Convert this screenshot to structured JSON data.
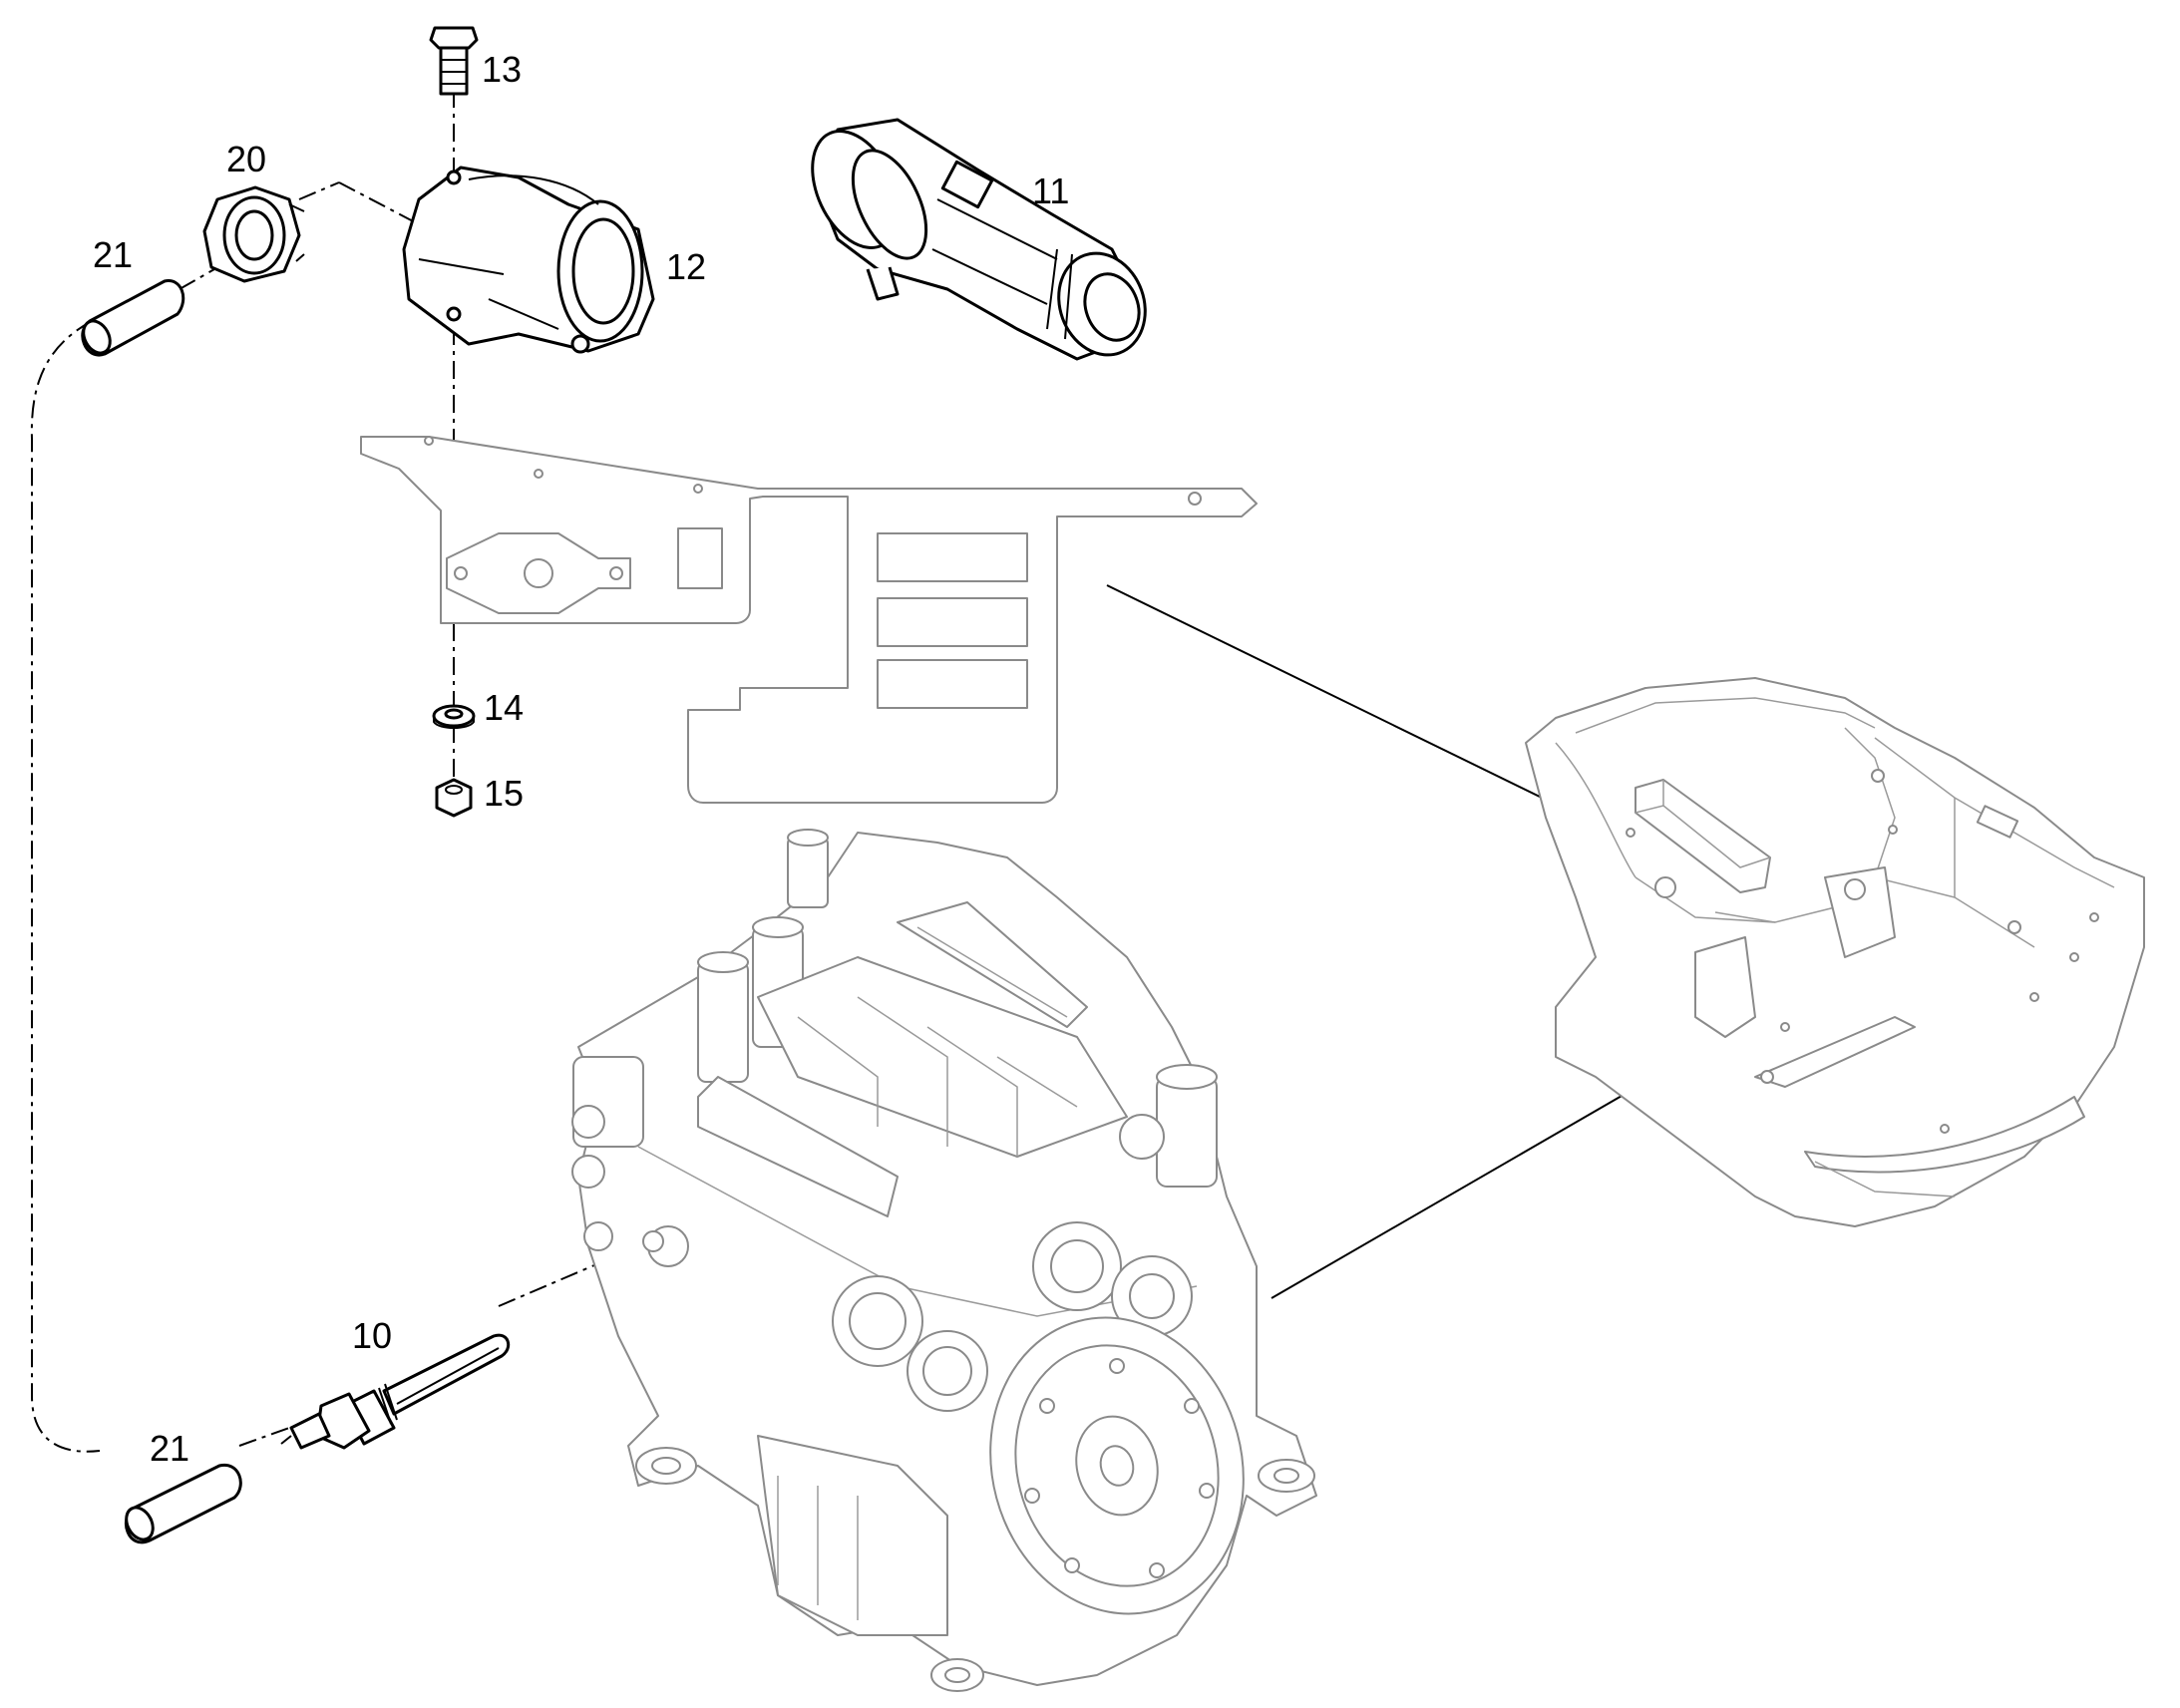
{
  "callouts": {
    "c10": "10",
    "c11": "11",
    "c12": "12",
    "c13": "13",
    "c14": "14",
    "c15": "15",
    "c20": "20",
    "c21a": "21",
    "c21b": "21"
  }
}
